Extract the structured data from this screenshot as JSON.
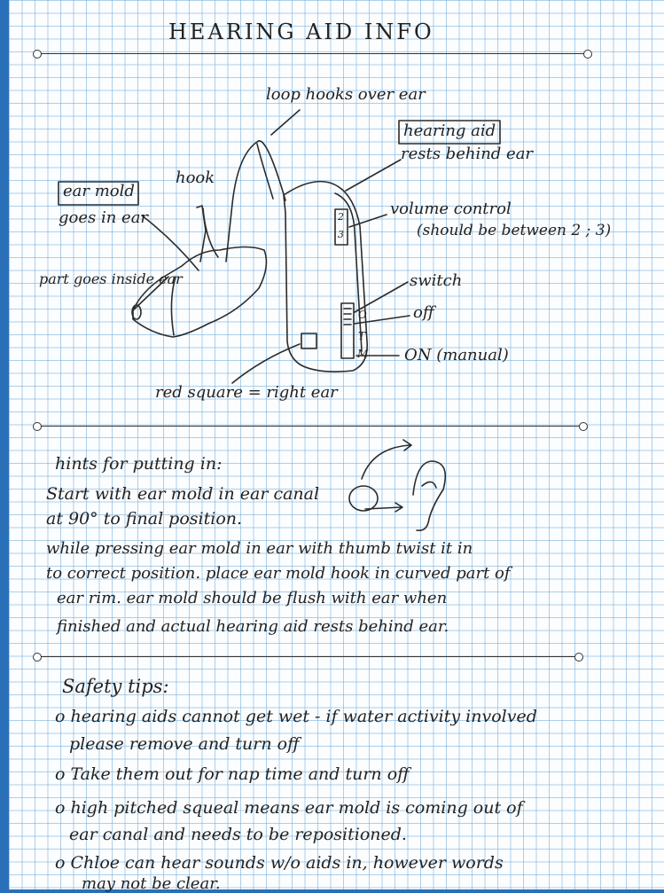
{
  "title": "HEARING AID INFO",
  "diagram": {
    "loop": "loop hooks over ear",
    "hearing_aid": "hearing aid",
    "rests": "rests behind ear",
    "hook": "hook",
    "ear_mold": "ear mold",
    "goes_in_ear": "goes in ear",
    "part_inside": "part goes inside ear",
    "volume": "volume control",
    "volume_note": "(should be between 2 ; 3)",
    "switch": "switch",
    "off": "off",
    "on": "ON (manual)",
    "red_square": "red square = right ear",
    "dial_top": "2",
    "dial_bottom": "3",
    "pos_o": "O",
    "pos_t": "T",
    "pos_m": "M"
  },
  "hints": {
    "heading": "hints for putting in:",
    "lines": [
      "Start with ear mold in ear canal",
      "at 90° to final position.",
      "while pressing ear mold in ear with thumb twist it in",
      "to correct position. place ear mold hook in curved part of",
      "ear rim. ear mold should be flush with ear when",
      "finished and actual hearing aid rests behind ear."
    ]
  },
  "safety": {
    "heading": "Safety tips:",
    "lines": [
      "o hearing aids cannot get wet - if water activity involved",
      "please remove and turn off",
      "o Take them out for nap time and turn off",
      "o high pitched squeal means ear mold is coming out of",
      "ear canal and needs to be repositioned.",
      "o Chloe can hear sounds w/o aids in, however words",
      "may not be clear."
    ]
  }
}
